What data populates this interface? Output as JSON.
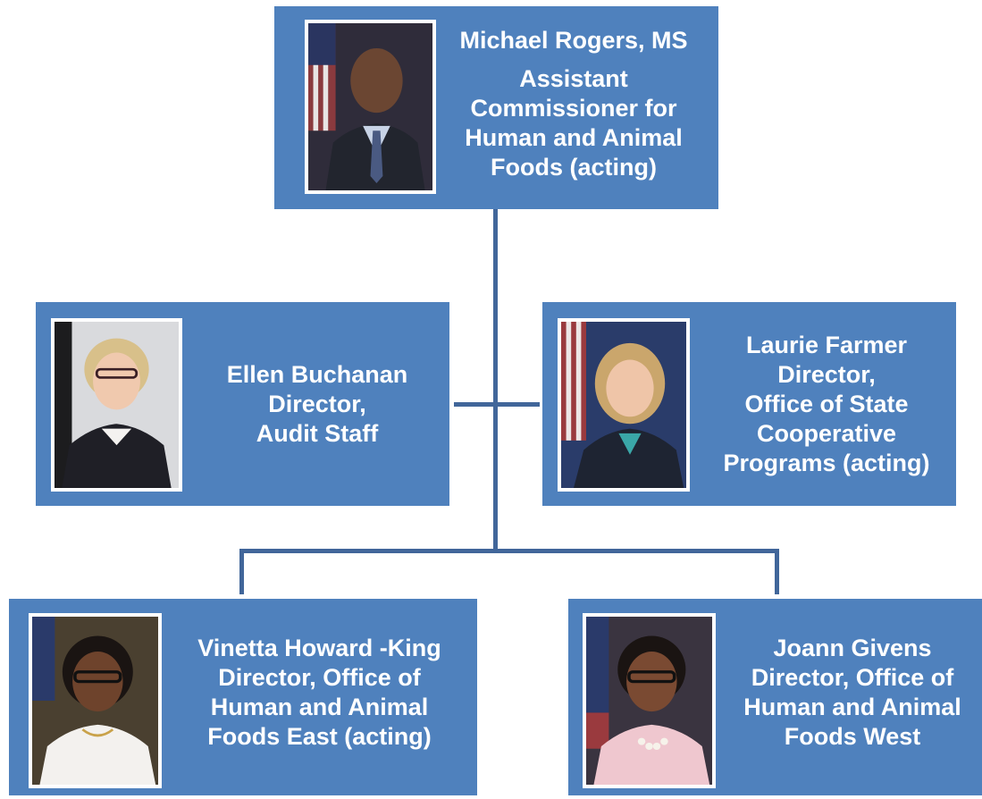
{
  "chart": {
    "nodes": {
      "top": {
        "name": "Michael Rogers, MS",
        "title_lines": [
          "Assistant",
          "Commissioner for",
          "Human and Animal",
          "Foods (acting)"
        ]
      },
      "left": {
        "lines": [
          "Ellen Buchanan",
          "Director,",
          "Audit Staff"
        ]
      },
      "right": {
        "lines": [
          "Laurie Farmer",
          "Director,",
          "Office of State",
          "Cooperative",
          "Programs (acting)"
        ]
      },
      "bottom_left": {
        "lines": [
          "Vinetta Howard -King",
          "Director, Office of",
          "Human and Animal",
          "Foods East (acting)"
        ]
      },
      "bottom_right": {
        "lines": [
          "Joann Givens",
          "Director, Office of",
          "Human and Animal",
          "Foods West"
        ]
      }
    },
    "colors": {
      "box_fill": "#4f81bd",
      "connector": "#41669a",
      "text": "#ffffff"
    }
  }
}
